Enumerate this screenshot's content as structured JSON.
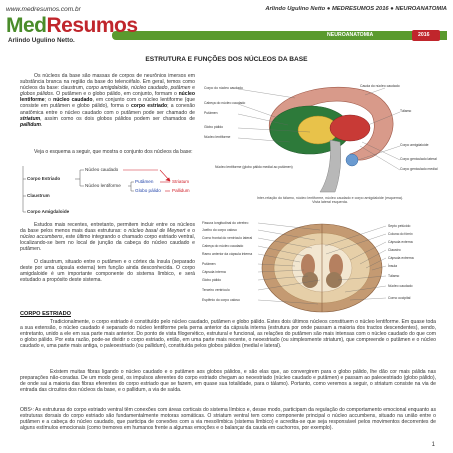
{
  "header": {
    "site": "www.medresumos.com.br",
    "author_line": "Arlindo Ugulino Netto ● MEDRESUMOS 2016 ● NEUROANATOMIA",
    "logo_med": "Med",
    "logo_resumos": "Resumos",
    "logo_subtitle": "Arlindo Ugulino Netto.",
    "bar_section": "NEUROANATOMIA",
    "bar_year": "2016"
  },
  "title": "ESTRUTURA E FUNÇÕES DOS NÚCLEOS DA BASE",
  "intro": {
    "p1": "Os núcleos da base são massas de corpos de neurônios imersos em substância branca na região da base do telencéfalo. Em geral, temos como núcleos da base: claustrum, corpo amigdaloide, núcleo caudado, putâmen e globos pálidos. O putâmen e o globo pálido, em conjunto, formam o núcleo lentiforme; o núcleo caudado, em conjunto com o núcleo lentiforme (que consiste em putâmen e globo pálido), forma o corpo estriado; a conexão anatômica entre o núcleo caudado com o putâmen pode ser chamado de striatum, assim como os dois globos pálidos podem ser chamados de pallidum.",
    "p2": "Veja o esquema a seguir, que mostra o conjunto dos núcleos da base:"
  },
  "tree": {
    "corpo_estriado": "Corpo Estriado",
    "claustrum": "Claustrum",
    "corpo_amigdaloide": "Corpo Amigdaloide",
    "nucleo_caudado": "Núcleo caudado",
    "nucleo_lentiforme": "Núcleo lentiforme",
    "putamen": "Putâmen",
    "globo_palido": "Globo pálido",
    "striatum": "Striatum",
    "pallidum": "Pallidum"
  },
  "middle": {
    "p3": "Estudos mais recentes, entretanto, permitem incluir entre os núcleos da base pelos menos mais duas estruturas: o núcleo basal de Meynert e o núcleo accumbens, este último integrando o chamado corpo estriado ventral, localizando-se bem no local de junção da cabeça do núcleo caudado e putâmen.",
    "p4": "O claustrum, situado entre o putâmen e o córtex da ínsula (separado deste por uma cápsula externa) tem função ainda desconhecida. O corpo amigdaloide é um importante componente do sistema límbico, e será estudado a propósito deste sistema."
  },
  "figure1": {
    "labels_left": [
      "Corpo do núcleo caudado",
      "Cabeça do núcleo caudado",
      "Putâmen",
      "Globo pálido",
      "Núcleo lentiforme"
    ],
    "labels_right": [
      "Cauda do núcleo caudado",
      "Tálamo",
      "Corpo amigdaloide",
      "Corpo geniculado lateral",
      "Corpo geniculado medial"
    ],
    "labels_bottom": [
      "Núcleo lentiforme (globo pálido medial ao putâmen)"
    ],
    "caption": "Inter-relação do tálamo, núcleo lentiforme, núcleo caudado e corpo amigdaloide (esquema). Vista lateral esquerda."
  },
  "figure2": {
    "labels_left": [
      "Fissura longitudinal do cérebro",
      "Joelho do corpo caloso",
      "Corno frontal do ventrículo lateral",
      "Cabeça do núcleo caudado",
      "Ramo anterior da cápsula interna",
      "Putâmen",
      "Cápsula interna",
      "Globo pálido",
      "Terceiro ventrículo",
      "Esplênio do corpo caloso"
    ],
    "labels_right": [
      "Septo pelúcido",
      "Coluna do fórnix",
      "Cápsula externa",
      "Claustro",
      "Cápsula extrema",
      "Ínsula",
      "Tálamo",
      "Núcleo caudado",
      "Corno occipital"
    ]
  },
  "corpo_estriado": {
    "heading": "CORPO ESTRIADO",
    "p5": "Tradicionalmente, o corpo estriado é constituído pelo núcleo caudado, putâmen e globo pálido. Estes dois últimos núcleos constituem o núcleo lentiforme. Em quase toda a sua extensão, o núcleo caudado é separado do núcleo lentiforme pela perna anterior da cápsula interna (estrutura por onde passam a maioria dos tractos descendentes), sendo, entretanto, unido a ele em sua parte mais anterior. Do ponto de vista filogenético, estrutural e funcional, as relações do putâmen são mais intensas com o núcleo caudado do que com o globo pálido. Por esta razão, pode-se dividir o corpo estriado, então, em uma parte mais recente, o neoestriado (ou simplesmente striatum), que compreende o putâmen e o núcleo caudado e, uma parte mais antiga, o paleoestriado (ou pallidum), constituída pelos globos pálidos (medial e lateral).",
    "p6": "Existem muitas fibras ligando o núcleo caudado e o putâmen aos globos pálidos, e são elas que, ao convergirem para o globo pálido, lhe dão cor mais pálida nas preparações não-coradas. De um modo geral, os impulsos aferentes do corpo estriado chegam ao neoestriado (núcleo caudado e putâmen) e passam ao paleoestriado (globo pálido), de onde sai a maioria das fibras eferentes do corpo estriado que se fazem, em quase sua totalidade, para o tálamo). Portanto, como veremos a seguir, o striatum consiste na via de entrada das circuitos dos núcleos da base, e o pallidum, a via de saída.",
    "p7": "OBS¹: As estruturas do corpo estriado ventral têm conexões com áreas corticais do sistema límbico e, desse modo, participam da regulação do comportamento emocional enquanto as estruturas dorsais do corpo estriado são fundamentalmente motoras somáticas. O striatum ventral tem como componente principal o núcleo accumbens, situado na união entre o putâmen e a cabeça do núcleo caudado, que participa de conexões com a via mesolímbica (sistema límbico) e acredita-se que seja responsável pelos movimentos decorrentes de alguns estímulos emocionais (como tremores em humanos frente a algumas emoções e o balançar da cauda em cachorros, por exemplo)."
  },
  "page_number": "1",
  "colors": {
    "brand_red": "#c0262c",
    "brand_green": "#5a9a2e",
    "tree_red": "#d0202a",
    "tree_blue": "#2244aa"
  }
}
